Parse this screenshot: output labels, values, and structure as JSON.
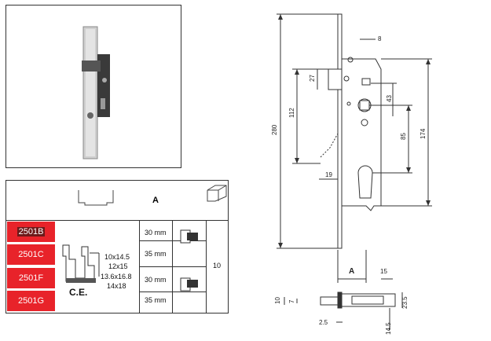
{
  "spec_table": {
    "header_col_a": "A",
    "models": [
      "2501B",
      "2501C",
      "2501F",
      "2501G"
    ],
    "widths": [
      "30 mm",
      "35 mm",
      "30 mm",
      "35 mm"
    ],
    "sizes": [
      "10x14.5",
      "12x15",
      "13.6x16.8",
      "14x18"
    ],
    "ce_mark": "C.E.",
    "depth_value": "10"
  },
  "drawing": {
    "dim_280": "280",
    "dim_174": "174",
    "dim_112": "112",
    "dim_85": "85",
    "dim_43": "43",
    "dim_27": "27",
    "dim_19": "19",
    "dim_8": "8",
    "dim_15": "15",
    "dim_A": "A",
    "side_dim_10": "10",
    "side_dim_7": "7",
    "side_dim_23_5": "23.5",
    "side_dim_2_5": "2.5",
    "side_dim_14_5": "14.5"
  },
  "colors": {
    "model_red": "#e8232a",
    "highlight": "#6d1a1a"
  }
}
